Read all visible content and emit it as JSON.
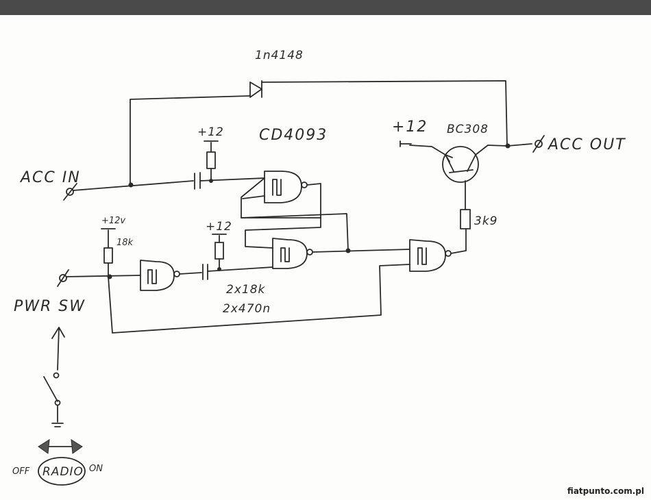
{
  "labels": {
    "diode": "1n4148",
    "ic": "CD4093",
    "transistor": "BC308",
    "acc_in": "ACC IN",
    "acc_out": "ACC OUT",
    "pwr_sw": "PWR SW",
    "plus12_a": "+12",
    "plus12_b": "+12",
    "plus12_c": "+12v",
    "plus12_d": "+12",
    "r18k": "18k",
    "r3k9": "3k9",
    "parts1": "2x18k",
    "parts2": "2x470n",
    "off": "OFF",
    "radio": "RADIO",
    "on": "ON"
  },
  "watermark": "fiatpunto.com.pl"
}
